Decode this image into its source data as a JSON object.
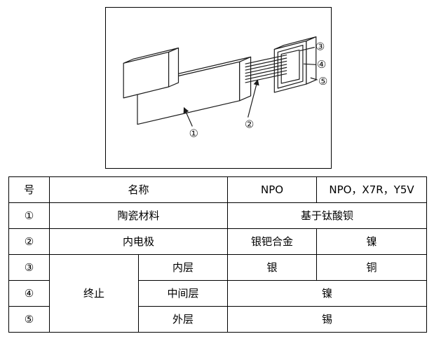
{
  "figure": {
    "callout_1": "①",
    "callout_2": "②",
    "callout_3": "③",
    "callout_4": "④",
    "callout_5": "⑤"
  },
  "table": {
    "header": {
      "no": "号",
      "name": "名称",
      "npo": "NPO",
      "npo_x7r_y5v": "NPO，X7R，Y5V"
    },
    "rows": {
      "r1": {
        "no": "①",
        "name": "陶瓷材料",
        "value": "基于钛酸钡"
      },
      "r2": {
        "no": "②",
        "name": "内电极",
        "npo": "银钯合金",
        "other": "镍"
      },
      "r3": {
        "no": "③",
        "group": "终止",
        "layer": "内层",
        "npo": "银",
        "other": "铜"
      },
      "r4": {
        "no": "④",
        "layer": "中间层",
        "value": "镍"
      },
      "r5": {
        "no": "⑤",
        "layer": "外层",
        "value": "锡"
      }
    }
  },
  "colors": {
    "line": "#1a1a1a",
    "table_border": "#000000",
    "background": "#ffffff"
  }
}
